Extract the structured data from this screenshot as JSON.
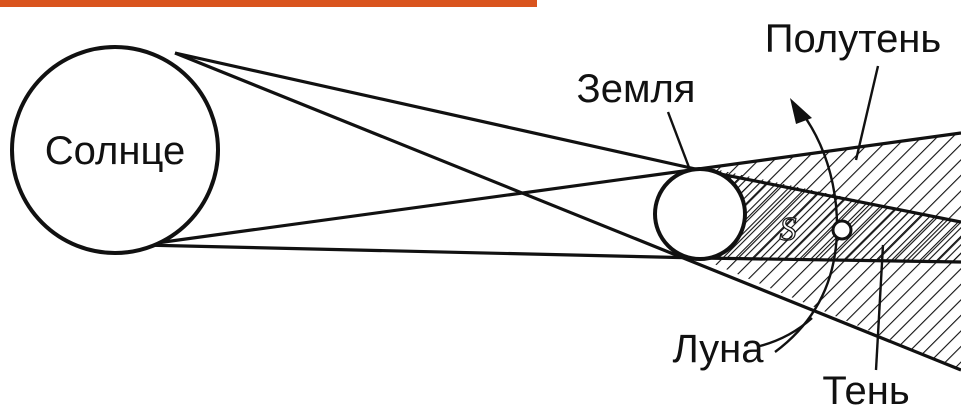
{
  "colors": {
    "ink": "#111111",
    "paper": "#ffffff",
    "top_rule": "#d9541e"
  },
  "labels": {
    "sun": "Солнце",
    "earth": "Земля",
    "penumbra": "Полутень",
    "moon": "Луна",
    "umbra": "Тень",
    "symbol_s": "S"
  },
  "icons": {
    "orbit_arrow": "curved-arrow-icon"
  }
}
